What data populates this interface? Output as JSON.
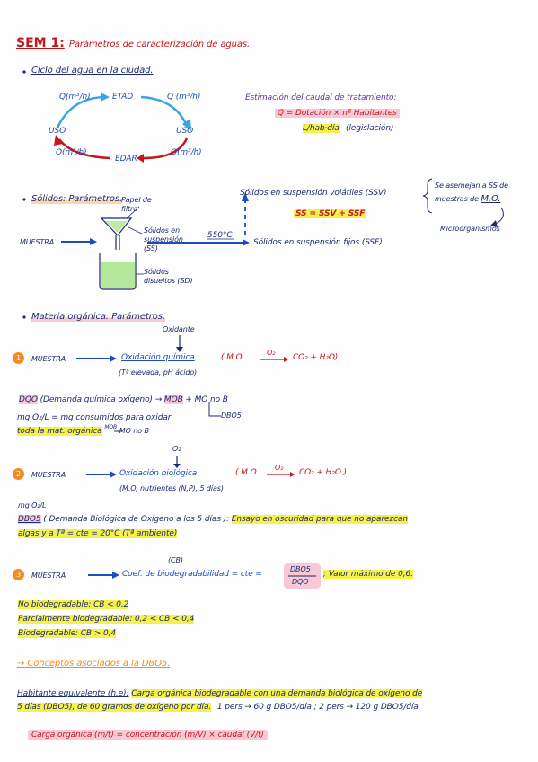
{
  "title": {
    "prefix": "SEM 1:",
    "text": "Parámetros de caracterización de aguas."
  },
  "s1": {
    "heading": "Ciclo del agua en la ciudad.",
    "cycle": {
      "etap": "ETAD",
      "edar": "EDAR",
      "uso_left": "USO",
      "uso_right": "USO",
      "q_tl": "Q(m³/h)",
      "q_tr": "Q (m³/h)",
      "q_bl": "Q(m³/h)",
      "q_br": "Q(m³/h)"
    },
    "estimacion": {
      "title": "Estimación del caudal de tratamiento:",
      "formula": "Q = Dotación × nº Habitantes",
      "units": "L/hab·día",
      "units_note": "(legislación)"
    }
  },
  "s2": {
    "heading": "Sólidos: Parámetros.",
    "papel": "Papel de filtro",
    "muestra": "MUESTRA",
    "ss_label": "Sólidos en suspensión (SS)",
    "disueltos": "Sólidos disueltos (SD)",
    "temp": "550°C",
    "ssv": "Sólidos en suspensión volátiles (SSV)",
    "ssf": "Sólidos en suspensión fijos (SSF)",
    "eq": "SS = SSV + SSF",
    "note_1": "Se asemejan a SS de",
    "note_2": "muestras de",
    "note_mo": "M.O.",
    "micro": "Microorganismos"
  },
  "s3": {
    "heading": "Materia orgánica: Parámetros.",
    "oxidante": "Oxidante",
    "r1": {
      "num": "1",
      "muestra": "MUESTRA",
      "proc": "Oxidación química",
      "reac_a": "( M.O",
      "o2": "O₂",
      "reac_b": "CO₂ + H₂O)",
      "cond": "(Tª elevada, pH ácido)"
    },
    "dqo": {
      "abbr": "DQO",
      "def": "(Demanda química oxígeno) →",
      "mob": "MOB",
      "rest": "+ MO no B",
      "dbo5": "DBO5",
      "line2": "mg O₂/L = mg consumidos para oxidar",
      "line3a": "toda la mat. orgánica",
      "line3_mob": "MOB",
      "line3b": "MO no B"
    },
    "r2": {
      "o2": "O₂",
      "num": "2",
      "muestra": "MUESTRA",
      "proc": "Oxidación biológica",
      "reac_a": "( M.O",
      "o2b": "O₂",
      "reac_b": "CO₂ + H₂O )",
      "cond": "(M.O, nutrientes (N,P), 5 días)"
    },
    "dbo": {
      "unit": "mg O₂/L",
      "abbr": "DBO5",
      "def": "( Demanda Biológica de Oxígeno a los 5 días ):",
      "ensayo": "Ensayo en oscuridad para que no aparezcan",
      "line2": "algas y a Tª = cte = 20°C (Tª ambiente)"
    },
    "r3": {
      "cb": "(CB)",
      "num": "3",
      "muestra": "MUESTRA",
      "proc": "Coef. de biodegradabilidad = cte =",
      "frac_top": "DBO5",
      "frac_bot": "DQO",
      "valor": "; Valor máximo de 0,6."
    },
    "bio": {
      "l1": "No biodegradable: CB < 0,2",
      "l2": "Parcialmente biodegradable: 0,2 < CB < 0,4",
      "l3": "Biodegradable: CB > 0,4"
    }
  },
  "s4": {
    "heading": "→ Conceptos asociados a la DBO5.",
    "he_title": "Habitante equivalente (h.e):",
    "he_text1": "Carga orgánica biodegradable con una demanda biológica de oxígeno de",
    "he_text2": "5 días (DBO5), de 60 gramos de oxígeno por día.",
    "he_ex": "1 pers → 60 g DBO5/día ; 2 pers → 120 g DBO5/día",
    "carga": "Carga orgánica (m/t) = concentración (m/V) × caudal (V/t)"
  },
  "colors": {
    "red": "#c4171d",
    "blue": "#1d4bc1",
    "navy": "#1c2a6e",
    "yellow": "#f6f24a",
    "pink": "#f7c9d6",
    "orange": "#f58a1f",
    "green": "#9be07a"
  }
}
